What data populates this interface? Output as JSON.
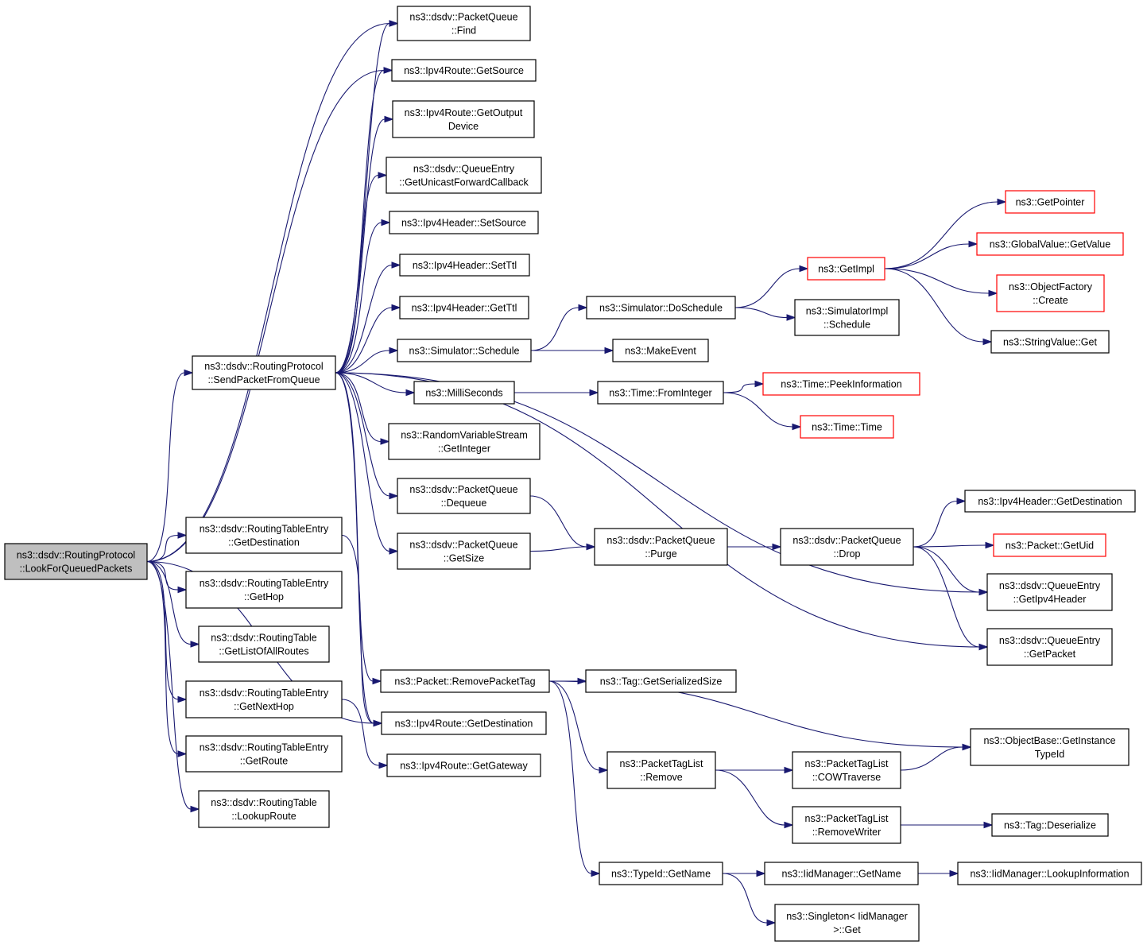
{
  "colors": {
    "edge": "#191970",
    "node_border": "#000000",
    "node_border_truncated": "#ff0000",
    "node_fill": "#ffffff",
    "root_fill": "#bfbfbf",
    "background": "#ffffff"
  },
  "nodes": [
    {
      "id": "look_for_queued",
      "lines": [
        "ns3::dsdv::RoutingProtocol",
        "::LookForQueuedPackets"
      ],
      "root": true
    },
    {
      "id": "send_packet_from_queue",
      "lines": [
        "ns3::dsdv::RoutingProtocol",
        "::SendPacketFromQueue"
      ]
    },
    {
      "id": "pq_find",
      "lines": [
        "ns3::dsdv::PacketQueue",
        "::Find"
      ]
    },
    {
      "id": "ipv4route_getsource",
      "lines": [
        "ns3::Ipv4Route::GetSource"
      ]
    },
    {
      "id": "ipv4route_getoutputdevice",
      "lines": [
        "ns3::Ipv4Route::GetOutput",
        "Device"
      ]
    },
    {
      "id": "qe_getunicastforwardcallback",
      "lines": [
        "ns3::dsdv::QueueEntry",
        "::GetUnicastForwardCallback"
      ]
    },
    {
      "id": "ipv4header_setsource",
      "lines": [
        "ns3::Ipv4Header::SetSource"
      ]
    },
    {
      "id": "ipv4header_setttl",
      "lines": [
        "ns3::Ipv4Header::SetTtl"
      ]
    },
    {
      "id": "ipv4header_getttl",
      "lines": [
        "ns3::Ipv4Header::GetTtl"
      ]
    },
    {
      "id": "simulator_schedule",
      "lines": [
        "ns3::Simulator::Schedule"
      ]
    },
    {
      "id": "milliseconds",
      "lines": [
        "ns3::MilliSeconds"
      ]
    },
    {
      "id": "rvs_getinteger",
      "lines": [
        "ns3::RandomVariableStream",
        "::GetInteger"
      ]
    },
    {
      "id": "pq_dequeue",
      "lines": [
        "ns3::dsdv::PacketQueue",
        "::Dequeue"
      ]
    },
    {
      "id": "pq_getsize",
      "lines": [
        "ns3::dsdv::PacketQueue",
        "::GetSize"
      ]
    },
    {
      "id": "rte_getdestination",
      "lines": [
        "ns3::dsdv::RoutingTableEntry",
        "::GetDestination"
      ]
    },
    {
      "id": "rte_gethop",
      "lines": [
        "ns3::dsdv::RoutingTableEntry",
        "::GetHop"
      ]
    },
    {
      "id": "rt_getlistofallroutes",
      "lines": [
        "ns3::dsdv::RoutingTable",
        "::GetListOfAllRoutes"
      ]
    },
    {
      "id": "rte_getnexthop",
      "lines": [
        "ns3::dsdv::RoutingTableEntry",
        "::GetNextHop"
      ]
    },
    {
      "id": "rte_getroute",
      "lines": [
        "ns3::dsdv::RoutingTableEntry",
        "::GetRoute"
      ]
    },
    {
      "id": "rt_lookuproute",
      "lines": [
        "ns3::dsdv::RoutingTable",
        "::LookupRoute"
      ]
    },
    {
      "id": "packet_removepackettag",
      "lines": [
        "ns3::Packet::RemovePacketTag"
      ]
    },
    {
      "id": "ipv4route_getdestination",
      "lines": [
        "ns3::Ipv4Route::GetDestination"
      ]
    },
    {
      "id": "ipv4route_getgateway",
      "lines": [
        "ns3::Ipv4Route::GetGateway"
      ]
    },
    {
      "id": "simulator_doschedule",
      "lines": [
        "ns3::Simulator::DoSchedule"
      ]
    },
    {
      "id": "makeevent",
      "lines": [
        "ns3::MakeEvent"
      ]
    },
    {
      "id": "time_frominteger",
      "lines": [
        "ns3::Time::FromInteger"
      ]
    },
    {
      "id": "pq_purge",
      "lines": [
        "ns3::dsdv::PacketQueue",
        "::Purge"
      ]
    },
    {
      "id": "tag_getserializedsize",
      "lines": [
        "ns3::Tag::GetSerializedSize"
      ]
    },
    {
      "id": "packettaglist_remove",
      "lines": [
        "ns3::PacketTagList",
        "::Remove"
      ]
    },
    {
      "id": "typeid_getname",
      "lines": [
        "ns3::TypeId::GetName"
      ]
    },
    {
      "id": "getimpl",
      "lines": [
        "ns3::GetImpl"
      ],
      "truncated": true
    },
    {
      "id": "simulatorimpl_schedule",
      "lines": [
        "ns3::SimulatorImpl",
        "::Schedule"
      ]
    },
    {
      "id": "time_peekinformation",
      "lines": [
        "ns3::Time::PeekInformation"
      ],
      "truncated": true
    },
    {
      "id": "time_time",
      "lines": [
        "ns3::Time::Time"
      ],
      "truncated": true
    },
    {
      "id": "pq_drop",
      "lines": [
        "ns3::dsdv::PacketQueue",
        "::Drop"
      ]
    },
    {
      "id": "packettaglist_cowtraverse",
      "lines": [
        "ns3::PacketTagList",
        "::COWTraverse"
      ]
    },
    {
      "id": "packettaglist_removewriter",
      "lines": [
        "ns3::PacketTagList",
        "::RemoveWriter"
      ]
    },
    {
      "id": "iidmanager_getname",
      "lines": [
        "ns3::IidManager::GetName"
      ]
    },
    {
      "id": "singleton_iidmanager_get",
      "lines": [
        "ns3::Singleton< IidManager",
        ">::Get"
      ]
    },
    {
      "id": "getpointer",
      "lines": [
        "ns3::GetPointer"
      ],
      "truncated": true
    },
    {
      "id": "globalvalue_getvalue",
      "lines": [
        "ns3::GlobalValue::GetValue"
      ],
      "truncated": true
    },
    {
      "id": "objectfactory_create",
      "lines": [
        "ns3::ObjectFactory",
        "::Create"
      ],
      "truncated": true
    },
    {
      "id": "stringvalue_get",
      "lines": [
        "ns3::StringValue::Get"
      ]
    },
    {
      "id": "ipv4header_getdestination",
      "lines": [
        "ns3::Ipv4Header::GetDestination"
      ]
    },
    {
      "id": "packet_getuid",
      "lines": [
        "ns3::Packet::GetUid"
      ],
      "truncated": true
    },
    {
      "id": "qe_getipv4header",
      "lines": [
        "ns3::dsdv::QueueEntry",
        "::GetIpv4Header"
      ]
    },
    {
      "id": "qe_getpacket",
      "lines": [
        "ns3::dsdv::QueueEntry",
        "::GetPacket"
      ]
    },
    {
      "id": "objectbase_getinstancetypeid",
      "lines": [
        "ns3::ObjectBase::GetInstance",
        "TypeId"
      ]
    },
    {
      "id": "tag_deserialize",
      "lines": [
        "ns3::Tag::Deserialize"
      ]
    },
    {
      "id": "iidmanager_lookupinformation",
      "lines": [
        "ns3::IidManager::LookupInformation"
      ]
    }
  ],
  "edges": [
    [
      "look_for_queued",
      "pq_find"
    ],
    [
      "look_for_queued",
      "ipv4route_getsource"
    ],
    [
      "look_for_queued",
      "send_packet_from_queue"
    ],
    [
      "look_for_queued",
      "rte_getdestination"
    ],
    [
      "look_for_queued",
      "rte_gethop"
    ],
    [
      "look_for_queued",
      "rt_getlistofallroutes"
    ],
    [
      "look_for_queued",
      "rte_getnexthop"
    ],
    [
      "look_for_queued",
      "rte_getroute"
    ],
    [
      "look_for_queued",
      "rt_lookuproute"
    ],
    [
      "look_for_queued",
      "ipv4route_getdestination"
    ],
    [
      "send_packet_from_queue",
      "pq_find"
    ],
    [
      "send_packet_from_queue",
      "ipv4route_getsource"
    ],
    [
      "send_packet_from_queue",
      "ipv4route_getoutputdevice"
    ],
    [
      "send_packet_from_queue",
      "qe_getunicastforwardcallback"
    ],
    [
      "send_packet_from_queue",
      "ipv4header_setsource"
    ],
    [
      "send_packet_from_queue",
      "ipv4header_setttl"
    ],
    [
      "send_packet_from_queue",
      "ipv4header_getttl"
    ],
    [
      "send_packet_from_queue",
      "simulator_schedule"
    ],
    [
      "send_packet_from_queue",
      "milliseconds"
    ],
    [
      "send_packet_from_queue",
      "rvs_getinteger"
    ],
    [
      "send_packet_from_queue",
      "pq_dequeue"
    ],
    [
      "send_packet_from_queue",
      "pq_getsize"
    ],
    [
      "send_packet_from_queue",
      "packet_removepackettag"
    ],
    [
      "send_packet_from_queue",
      "ipv4route_getdestination"
    ],
    [
      "send_packet_from_queue",
      "qe_getipv4header"
    ],
    [
      "send_packet_from_queue",
      "qe_getpacket"
    ],
    [
      "rte_getdestination",
      "ipv4route_getdestination"
    ],
    [
      "rte_getnexthop",
      "ipv4route_getgateway"
    ],
    [
      "simulator_schedule",
      "simulator_doschedule"
    ],
    [
      "simulator_schedule",
      "makeevent"
    ],
    [
      "milliseconds",
      "time_frominteger"
    ],
    [
      "pq_dequeue",
      "pq_purge"
    ],
    [
      "pq_getsize",
      "pq_purge"
    ],
    [
      "packet_removepackettag",
      "tag_getserializedsize"
    ],
    [
      "packet_removepackettag",
      "packettaglist_remove"
    ],
    [
      "packet_removepackettag",
      "typeid_getname"
    ],
    [
      "packet_removepackettag",
      "objectbase_getinstancetypeid"
    ],
    [
      "simulator_doschedule",
      "getimpl"
    ],
    [
      "simulator_doschedule",
      "simulatorimpl_schedule"
    ],
    [
      "time_frominteger",
      "time_peekinformation"
    ],
    [
      "time_frominteger",
      "time_time"
    ],
    [
      "pq_purge",
      "pq_drop"
    ],
    [
      "packettaglist_remove",
      "packettaglist_cowtraverse"
    ],
    [
      "packettaglist_remove",
      "packettaglist_removewriter"
    ],
    [
      "typeid_getname",
      "iidmanager_getname"
    ],
    [
      "typeid_getname",
      "singleton_iidmanager_get"
    ],
    [
      "getimpl",
      "getpointer"
    ],
    [
      "getimpl",
      "globalvalue_getvalue"
    ],
    [
      "getimpl",
      "objectfactory_create"
    ],
    [
      "getimpl",
      "stringvalue_get"
    ],
    [
      "pq_drop",
      "ipv4header_getdestination"
    ],
    [
      "pq_drop",
      "packet_getuid"
    ],
    [
      "pq_drop",
      "qe_getipv4header"
    ],
    [
      "pq_drop",
      "qe_getpacket"
    ],
    [
      "packettaglist_cowtraverse",
      "objectbase_getinstancetypeid"
    ],
    [
      "packettaglist_removewriter",
      "tag_deserialize"
    ],
    [
      "iidmanager_getname",
      "iidmanager_lookupinformation"
    ]
  ]
}
